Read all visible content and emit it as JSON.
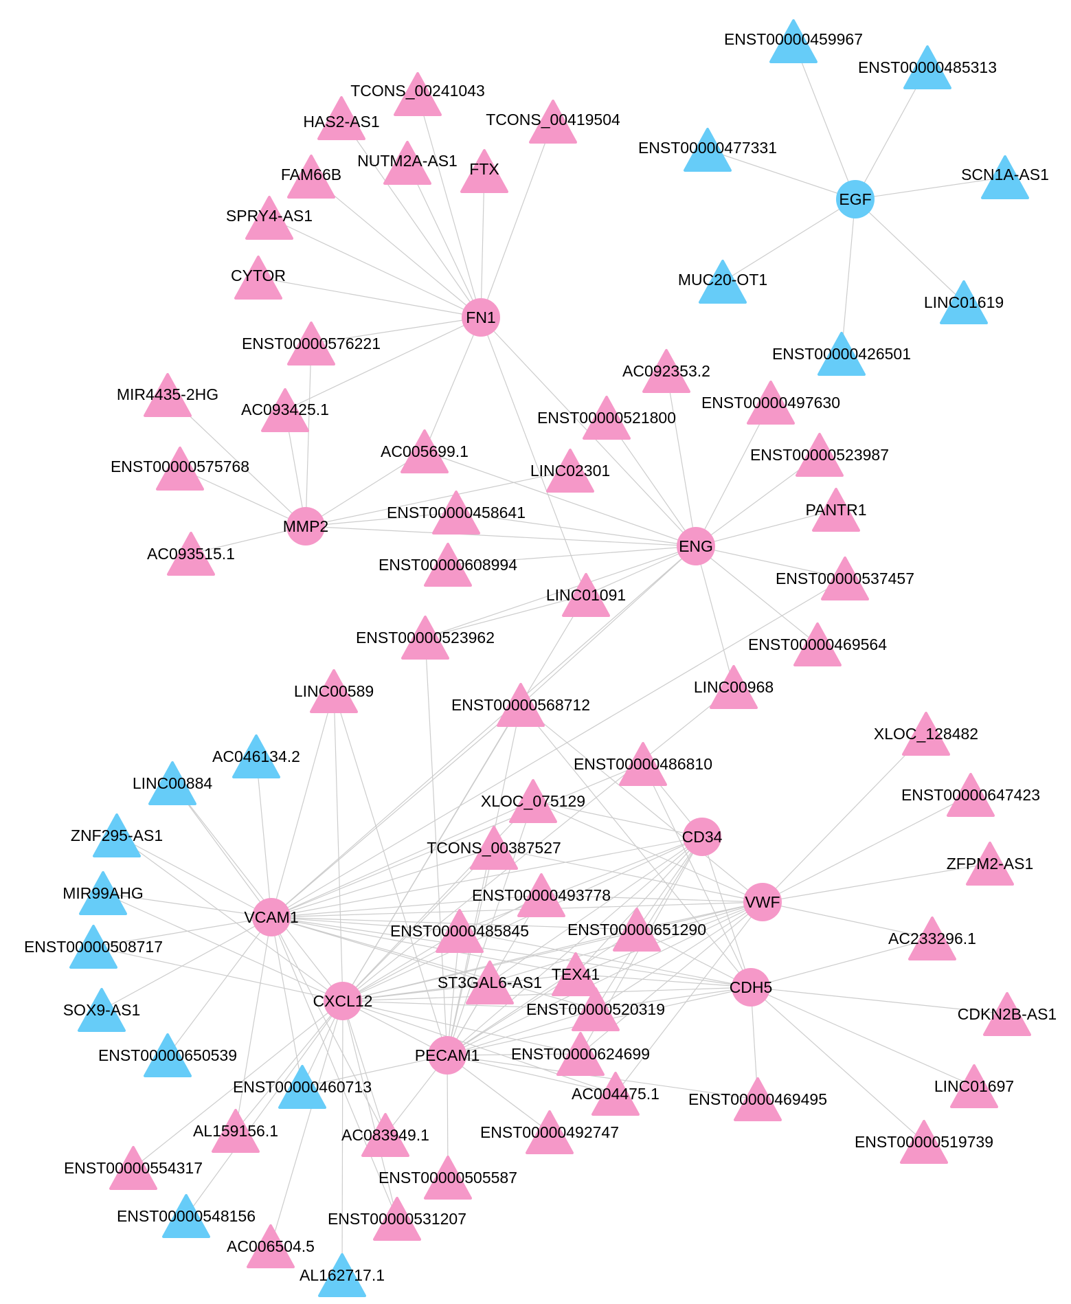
{
  "colors": {
    "pink": "#f598c8",
    "blue": "#66ccf8",
    "edge": "#cccccc",
    "label": "#000000"
  },
  "nodes": [
    {
      "id": "FN1",
      "shape": "circle",
      "color": "pink"
    },
    {
      "id": "MMP2",
      "shape": "circle",
      "color": "pink"
    },
    {
      "id": "ENG",
      "shape": "circle",
      "color": "pink"
    },
    {
      "id": "EGF",
      "shape": "circle",
      "color": "blue"
    },
    {
      "id": "CD34",
      "shape": "circle",
      "color": "pink"
    },
    {
      "id": "VWF",
      "shape": "circle",
      "color": "pink"
    },
    {
      "id": "VCAM1",
      "shape": "circle",
      "color": "pink"
    },
    {
      "id": "CXCL12",
      "shape": "circle",
      "color": "pink"
    },
    {
      "id": "PECAM1",
      "shape": "circle",
      "color": "pink"
    },
    {
      "id": "CDH5",
      "shape": "circle",
      "color": "pink"
    },
    {
      "id": "ENST00000459967",
      "shape": "triangle",
      "color": "blue"
    },
    {
      "id": "ENST00000485313",
      "shape": "triangle",
      "color": "blue"
    },
    {
      "id": "ENST00000477331",
      "shape": "triangle",
      "color": "blue"
    },
    {
      "id": "SCN1A-AS1",
      "shape": "triangle",
      "color": "blue"
    },
    {
      "id": "MUC20-OT1",
      "shape": "triangle",
      "color": "blue"
    },
    {
      "id": "LINC01619",
      "shape": "triangle",
      "color": "blue"
    },
    {
      "id": "ENST00000426501",
      "shape": "triangle",
      "color": "blue"
    },
    {
      "id": "TCONS_00241043",
      "shape": "triangle",
      "color": "pink"
    },
    {
      "id": "HAS2-AS1",
      "shape": "triangle",
      "color": "pink"
    },
    {
      "id": "TCONS_00419504",
      "shape": "triangle",
      "color": "pink"
    },
    {
      "id": "NUTM2A-AS1",
      "shape": "triangle",
      "color": "pink"
    },
    {
      "id": "FTX",
      "shape": "triangle",
      "color": "pink"
    },
    {
      "id": "FAM66B",
      "shape": "triangle",
      "color": "pink"
    },
    {
      "id": "SPRY4-AS1",
      "shape": "triangle",
      "color": "pink"
    },
    {
      "id": "CYTOR",
      "shape": "triangle",
      "color": "pink"
    },
    {
      "id": "ENST00000576221",
      "shape": "triangle",
      "color": "pink"
    },
    {
      "id": "MIR4435-2HG",
      "shape": "triangle",
      "color": "pink"
    },
    {
      "id": "AC093425.1",
      "shape": "triangle",
      "color": "pink"
    },
    {
      "id": "ENST00000575768",
      "shape": "triangle",
      "color": "pink"
    },
    {
      "id": "AC093515.1",
      "shape": "triangle",
      "color": "pink"
    },
    {
      "id": "AC005699.1",
      "shape": "triangle",
      "color": "pink"
    },
    {
      "id": "LINC02301",
      "shape": "triangle",
      "color": "pink"
    },
    {
      "id": "ENST00000458641",
      "shape": "triangle",
      "color": "pink"
    },
    {
      "id": "ENST00000608994",
      "shape": "triangle",
      "color": "pink"
    },
    {
      "id": "AC092353.2",
      "shape": "triangle",
      "color": "pink"
    },
    {
      "id": "ENST00000521800",
      "shape": "triangle",
      "color": "pink"
    },
    {
      "id": "ENST00000497630",
      "shape": "triangle",
      "color": "pink"
    },
    {
      "id": "ENST00000523987",
      "shape": "triangle",
      "color": "pink"
    },
    {
      "id": "PANTR1",
      "shape": "triangle",
      "color": "pink"
    },
    {
      "id": "ENST00000537457",
      "shape": "triangle",
      "color": "pink"
    },
    {
      "id": "LINC01091",
      "shape": "triangle",
      "color": "pink"
    },
    {
      "id": "ENST00000523962",
      "shape": "triangle",
      "color": "pink"
    },
    {
      "id": "ENST00000469564",
      "shape": "triangle",
      "color": "pink"
    },
    {
      "id": "LINC00589",
      "shape": "triangle",
      "color": "pink"
    },
    {
      "id": "LINC00968",
      "shape": "triangle",
      "color": "pink"
    },
    {
      "id": "ENST00000568712",
      "shape": "triangle",
      "color": "pink"
    },
    {
      "id": "XLOC_128482",
      "shape": "triangle",
      "color": "pink"
    },
    {
      "id": "AC046134.2",
      "shape": "triangle",
      "color": "blue"
    },
    {
      "id": "LINC00884",
      "shape": "triangle",
      "color": "blue"
    },
    {
      "id": "ENST00000486810",
      "shape": "triangle",
      "color": "pink"
    },
    {
      "id": "ENST00000647423",
      "shape": "triangle",
      "color": "pink"
    },
    {
      "id": "XLOC_075129",
      "shape": "triangle",
      "color": "pink"
    },
    {
      "id": "ZNF295-AS1",
      "shape": "triangle",
      "color": "blue"
    },
    {
      "id": "TCONS_00387527",
      "shape": "triangle",
      "color": "pink"
    },
    {
      "id": "ZFPM2-AS1",
      "shape": "triangle",
      "color": "pink"
    },
    {
      "id": "MIR99AHG",
      "shape": "triangle",
      "color": "blue"
    },
    {
      "id": "ENST00000493778",
      "shape": "triangle",
      "color": "pink"
    },
    {
      "id": "ENST00000485845",
      "shape": "triangle",
      "color": "pink"
    },
    {
      "id": "ENST00000651290",
      "shape": "triangle",
      "color": "pink"
    },
    {
      "id": "AC233296.1",
      "shape": "triangle",
      "color": "pink"
    },
    {
      "id": "ENST00000508717",
      "shape": "triangle",
      "color": "blue"
    },
    {
      "id": "ST3GAL6-AS1",
      "shape": "triangle",
      "color": "pink"
    },
    {
      "id": "TEX41",
      "shape": "triangle",
      "color": "pink"
    },
    {
      "id": "SOX9-AS1",
      "shape": "triangle",
      "color": "blue"
    },
    {
      "id": "ENST00000520319",
      "shape": "triangle",
      "color": "pink"
    },
    {
      "id": "CDKN2B-AS1",
      "shape": "triangle",
      "color": "pink"
    },
    {
      "id": "ENST00000650539",
      "shape": "triangle",
      "color": "blue"
    },
    {
      "id": "ENST00000624699",
      "shape": "triangle",
      "color": "pink"
    },
    {
      "id": "ENST00000460713",
      "shape": "triangle",
      "color": "blue"
    },
    {
      "id": "LINC01697",
      "shape": "triangle",
      "color": "pink"
    },
    {
      "id": "AC004475.1",
      "shape": "triangle",
      "color": "pink"
    },
    {
      "id": "ENST00000469495",
      "shape": "triangle",
      "color": "pink"
    },
    {
      "id": "AL159156.1",
      "shape": "triangle",
      "color": "pink"
    },
    {
      "id": "AC083949.1",
      "shape": "triangle",
      "color": "pink"
    },
    {
      "id": "ENST00000492747",
      "shape": "triangle",
      "color": "pink"
    },
    {
      "id": "ENST00000519739",
      "shape": "triangle",
      "color": "pink"
    },
    {
      "id": "ENST00000554317",
      "shape": "triangle",
      "color": "pink"
    },
    {
      "id": "ENST00000505587",
      "shape": "triangle",
      "color": "pink"
    },
    {
      "id": "ENST00000548156",
      "shape": "triangle",
      "color": "blue"
    },
    {
      "id": "ENST00000531207",
      "shape": "triangle",
      "color": "pink"
    },
    {
      "id": "AC006504.5",
      "shape": "triangle",
      "color": "pink"
    },
    {
      "id": "AL162717.1",
      "shape": "triangle",
      "color": "blue"
    }
  ],
  "edges": [
    [
      "EGF",
      "ENST00000459967"
    ],
    [
      "EGF",
      "ENST00000485313"
    ],
    [
      "EGF",
      "ENST00000477331"
    ],
    [
      "EGF",
      "SCN1A-AS1"
    ],
    [
      "EGF",
      "MUC20-OT1"
    ],
    [
      "EGF",
      "LINC01619"
    ],
    [
      "EGF",
      "ENST00000426501"
    ],
    [
      "FN1",
      "TCONS_00241043"
    ],
    [
      "FN1",
      "HAS2-AS1"
    ],
    [
      "FN1",
      "TCONS_00419504"
    ],
    [
      "FN1",
      "NUTM2A-AS1"
    ],
    [
      "FN1",
      "FTX"
    ],
    [
      "FN1",
      "FAM66B"
    ],
    [
      "FN1",
      "SPRY4-AS1"
    ],
    [
      "FN1",
      "CYTOR"
    ],
    [
      "FN1",
      "ENST00000576221"
    ],
    [
      "FN1",
      "AC093425.1"
    ],
    [
      "FN1",
      "AC005699.1"
    ],
    [
      "FN1",
      "LINC01091"
    ],
    [
      "FN1",
      "ENG"
    ],
    [
      "MMP2",
      "ENST00000576221"
    ],
    [
      "MMP2",
      "MIR4435-2HG"
    ],
    [
      "MMP2",
      "AC093425.1"
    ],
    [
      "MMP2",
      "ENST00000575768"
    ],
    [
      "MMP2",
      "AC093515.1"
    ],
    [
      "MMP2",
      "AC005699.1"
    ],
    [
      "MMP2",
      "LINC02301"
    ],
    [
      "MMP2",
      "ENST00000458641"
    ],
    [
      "MMP2",
      "ENG"
    ],
    [
      "ENG",
      "AC005699.1"
    ],
    [
      "ENG",
      "ENST00000458641"
    ],
    [
      "ENG",
      "ENST00000608994"
    ],
    [
      "ENG",
      "AC092353.2"
    ],
    [
      "ENG",
      "ENST00000521800"
    ],
    [
      "ENG",
      "ENST00000497630"
    ],
    [
      "ENG",
      "ENST00000523987"
    ],
    [
      "ENG",
      "PANTR1"
    ],
    [
      "ENG",
      "ENST00000537457"
    ],
    [
      "ENG",
      "ENST00000469564"
    ],
    [
      "ENG",
      "LINC00968"
    ],
    [
      "ENG",
      "LINC01091"
    ],
    [
      "ENG",
      "ENST00000523962"
    ],
    [
      "ENG",
      "ENST00000568712"
    ],
    [
      "ENG",
      "VCAM1"
    ],
    [
      "LINC01091",
      "ENST00000523962"
    ],
    [
      "LINC01091",
      "CXCL12"
    ],
    [
      "ENST00000523962",
      "PECAM1"
    ],
    [
      "ENST00000537457",
      "VCAM1"
    ],
    [
      "LINC00968",
      "CXCL12"
    ],
    [
      "VCAM1",
      "LINC00589"
    ],
    [
      "VCAM1",
      "AC046134.2"
    ],
    [
      "VCAM1",
      "LINC00884"
    ],
    [
      "VCAM1",
      "ZNF295-AS1"
    ],
    [
      "VCAM1",
      "MIR99AHG"
    ],
    [
      "VCAM1",
      "ENST00000508717"
    ],
    [
      "VCAM1",
      "SOX9-AS1"
    ],
    [
      "VCAM1",
      "ENST00000650539"
    ],
    [
      "VCAM1",
      "ENST00000568712"
    ],
    [
      "VCAM1",
      "ENST00000486810"
    ],
    [
      "VCAM1",
      "XLOC_075129"
    ],
    [
      "VCAM1",
      "TCONS_00387527"
    ],
    [
      "VCAM1",
      "ENST00000493778"
    ],
    [
      "VCAM1",
      "ENST00000485845"
    ],
    [
      "VCAM1",
      "ENST00000651290"
    ],
    [
      "VCAM1",
      "CD34"
    ],
    [
      "VCAM1",
      "VWF"
    ],
    [
      "VCAM1",
      "CDH5"
    ],
    [
      "VCAM1",
      "ST3GAL6-AS1"
    ],
    [
      "VCAM1",
      "TEX41"
    ],
    [
      "VCAM1",
      "ENST00000520319"
    ],
    [
      "VCAM1",
      "ENST00000460713"
    ],
    [
      "VCAM1",
      "AL159156.1"
    ],
    [
      "VCAM1",
      "AC083949.1"
    ],
    [
      "VCAM1",
      "ENST00000531207"
    ],
    [
      "CXCL12",
      "LINC00589"
    ],
    [
      "CXCL12",
      "LINC00884"
    ],
    [
      "CXCL12",
      "ZNF295-AS1"
    ],
    [
      "CXCL12",
      "MIR99AHG"
    ],
    [
      "CXCL12",
      "ENST00000508717"
    ],
    [
      "CXCL12",
      "ENST00000568712"
    ],
    [
      "CXCL12",
      "XLOC_075129"
    ],
    [
      "CXCL12",
      "TCONS_00387527"
    ],
    [
      "CXCL12",
      "ENST00000493778"
    ],
    [
      "CXCL12",
      "ENST00000485845"
    ],
    [
      "CXCL12",
      "ENST00000651290"
    ],
    [
      "CXCL12",
      "CD34"
    ],
    [
      "CXCL12",
      "VWF"
    ],
    [
      "CXCL12",
      "CDH5"
    ],
    [
      "CXCL12",
      "ST3GAL6-AS1"
    ],
    [
      "CXCL12",
      "TEX41"
    ],
    [
      "CXCL12",
      "ENST00000520319"
    ],
    [
      "CXCL12",
      "ENST00000624699"
    ],
    [
      "CXCL12",
      "AC004475.1"
    ],
    [
      "CXCL12",
      "ENST00000460713"
    ],
    [
      "CXCL12",
      "AL159156.1"
    ],
    [
      "CXCL12",
      "AC083949.1"
    ],
    [
      "CXCL12",
      "ENST00000554317"
    ],
    [
      "CXCL12",
      "ENST00000548156"
    ],
    [
      "CXCL12",
      "AC006504.5"
    ],
    [
      "CXCL12",
      "AL162717.1"
    ],
    [
      "CXCL12",
      "ENST00000531207"
    ],
    [
      "CXCL12",
      "PECAM1"
    ],
    [
      "PECAM1",
      "LINC00589"
    ],
    [
      "PECAM1",
      "ENST00000568712"
    ],
    [
      "PECAM1",
      "XLOC_075129"
    ],
    [
      "PECAM1",
      "TCONS_00387527"
    ],
    [
      "PECAM1",
      "ENST00000493778"
    ],
    [
      "PECAM1",
      "ENST00000485845"
    ],
    [
      "PECAM1",
      "ENST00000651290"
    ],
    [
      "PECAM1",
      "CD34"
    ],
    [
      "PECAM1",
      "VWF"
    ],
    [
      "PECAM1",
      "CDH5"
    ],
    [
      "PECAM1",
      "ST3GAL6-AS1"
    ],
    [
      "PECAM1",
      "TEX41"
    ],
    [
      "PECAM1",
      "ENST00000520319"
    ],
    [
      "PECAM1",
      "ENST00000624699"
    ],
    [
      "PECAM1",
      "AC004475.1"
    ],
    [
      "PECAM1",
      "ENST00000492747"
    ],
    [
      "PECAM1",
      "ENST00000505587"
    ],
    [
      "PECAM1",
      "AC083949.1"
    ],
    [
      "PECAM1",
      "ENST00000460713"
    ],
    [
      "PECAM1",
      "ENST00000469495"
    ],
    [
      "CD34",
      "ENST00000486810"
    ],
    [
      "CD34",
      "XLOC_075129"
    ],
    [
      "CD34",
      "ENST00000485845"
    ],
    [
      "CD34",
      "ENST00000651290"
    ],
    [
      "CD34",
      "ST3GAL6-AS1"
    ],
    [
      "CD34",
      "TEX41"
    ],
    [
      "CD34",
      "ENST00000520319"
    ],
    [
      "CD34",
      "ENST00000624699"
    ],
    [
      "CD34",
      "CDH5"
    ],
    [
      "VWF",
      "XLOC_128482"
    ],
    [
      "VWF",
      "ENST00000647423"
    ],
    [
      "VWF",
      "ZFPM2-AS1"
    ],
    [
      "VWF",
      "AC233296.1"
    ],
    [
      "VWF",
      "ENST00000568712"
    ],
    [
      "VWF",
      "XLOC_075129"
    ],
    [
      "VWF",
      "TCONS_00387527"
    ],
    [
      "VWF",
      "ENST00000493778"
    ],
    [
      "VWF",
      "ENST00000651290"
    ],
    [
      "VWF",
      "ST3GAL6-AS1"
    ],
    [
      "VWF",
      "TEX41"
    ],
    [
      "VWF",
      "ENST00000520319"
    ],
    [
      "VWF",
      "ENST00000624699"
    ],
    [
      "VWF",
      "AC004475.1"
    ],
    [
      "CDH5",
      "AC233296.1"
    ],
    [
      "CDH5",
      "CDKN2B-AS1"
    ],
    [
      "CDH5",
      "LINC01697"
    ],
    [
      "CDH5",
      "ENST00000519739"
    ],
    [
      "CDH5",
      "ENST00000469495"
    ],
    [
      "CDH5",
      "ENST00000485845"
    ],
    [
      "CDH5",
      "ENST00000651290"
    ],
    [
      "CDH5",
      "TEX41"
    ],
    [
      "CDH5",
      "ENST00000520319"
    ],
    [
      "CDH5",
      "ENST00000486810"
    ],
    [
      "CDH5",
      "ENST00000568712"
    ]
  ]
}
